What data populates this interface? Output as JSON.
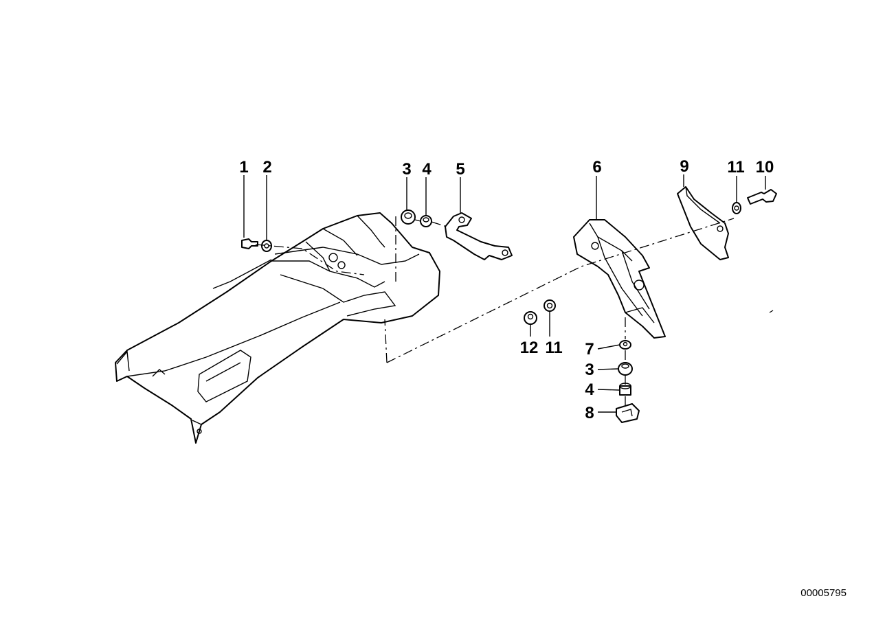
{
  "callouts": [
    {
      "id": "c-1",
      "label": "1"
    },
    {
      "id": "c-2",
      "label": "2"
    },
    {
      "id": "c-3-top",
      "label": "3"
    },
    {
      "id": "c-4-top",
      "label": "4"
    },
    {
      "id": "c-5",
      "label": "5"
    },
    {
      "id": "c-6",
      "label": "6"
    },
    {
      "id": "c-9",
      "label": "9"
    },
    {
      "id": "c-11-top",
      "label": "11"
    },
    {
      "id": "c-10",
      "label": "10"
    },
    {
      "id": "c-12",
      "label": "12"
    },
    {
      "id": "c-11-bottom",
      "label": "11"
    },
    {
      "id": "c-7",
      "label": "7"
    },
    {
      "id": "c-3-bottom",
      "label": "3"
    },
    {
      "id": "c-4-bottom",
      "label": "4"
    },
    {
      "id": "c-8",
      "label": "8"
    }
  ],
  "drawing_number": "00005795"
}
